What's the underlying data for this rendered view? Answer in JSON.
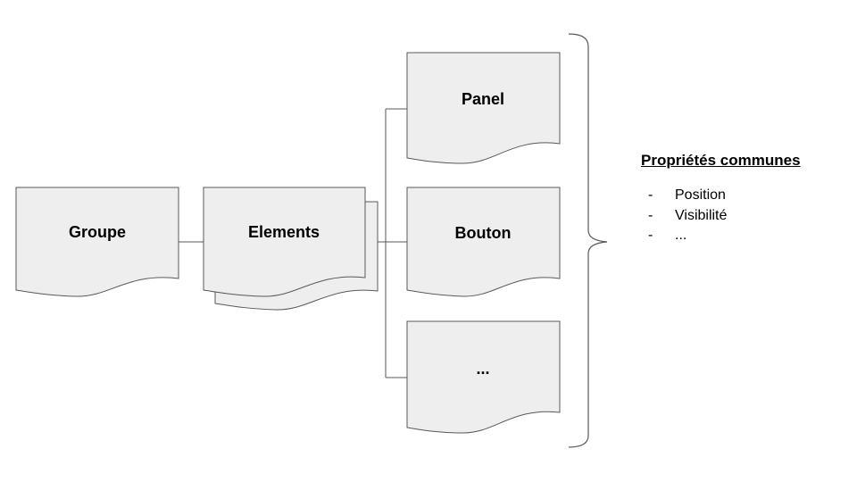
{
  "diagram": {
    "nodes": [
      {
        "id": "groupe",
        "label": "Groupe"
      },
      {
        "id": "elements",
        "label": "Elements",
        "stacked": true
      },
      {
        "id": "panel",
        "label": "Panel"
      },
      {
        "id": "bouton",
        "label": "Bouton"
      },
      {
        "id": "more",
        "label": "..."
      }
    ],
    "edges": [
      {
        "from": "groupe",
        "to": "elements"
      },
      {
        "from": "elements",
        "to": "panel"
      },
      {
        "from": "elements",
        "to": "bouton"
      },
      {
        "from": "elements",
        "to": "more"
      }
    ],
    "colors": {
      "shape_fill": "#eeeeee",
      "stroke": "#595959",
      "text": "#000000"
    }
  },
  "properties": {
    "title": "Propriétés communes",
    "bullet": "-",
    "items": [
      "Position",
      "Visibilité",
      "..."
    ]
  }
}
